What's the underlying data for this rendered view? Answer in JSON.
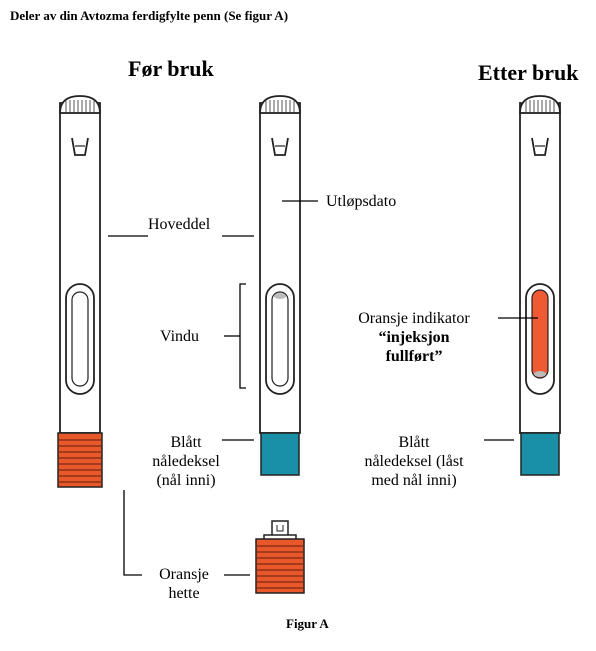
{
  "document_title": "Deler av din Avtozma ferdigfylte penn (Se figur A)",
  "headings": {
    "before": "Før bruk",
    "after": "Etter bruk"
  },
  "labels": {
    "main_body": "Hoveddel",
    "expiry_date": "Utløpsdato",
    "window": "Vindu",
    "blue_cover_line1": "Blått",
    "blue_cover_line2": "nåledeksel",
    "blue_cover_line3": "(nål inni)",
    "orange_cap_line1": "Oransje",
    "orange_cap_line2": "hette",
    "orange_indicator_line1": "Oransje indikator",
    "orange_indicator_line2": "“injeksjon",
    "orange_indicator_line3": "fullført”",
    "blue_cover_locked_line1": "Blått",
    "blue_cover_locked_line2": "nåledeksel (låst",
    "blue_cover_locked_line3": "med nål inni)"
  },
  "caption": "Figur A",
  "colors": {
    "orange_cap": "#e8582a",
    "blue_cover": "#1a8fa8",
    "orange_indicator": "#ef5a32",
    "outline": "#222222"
  }
}
